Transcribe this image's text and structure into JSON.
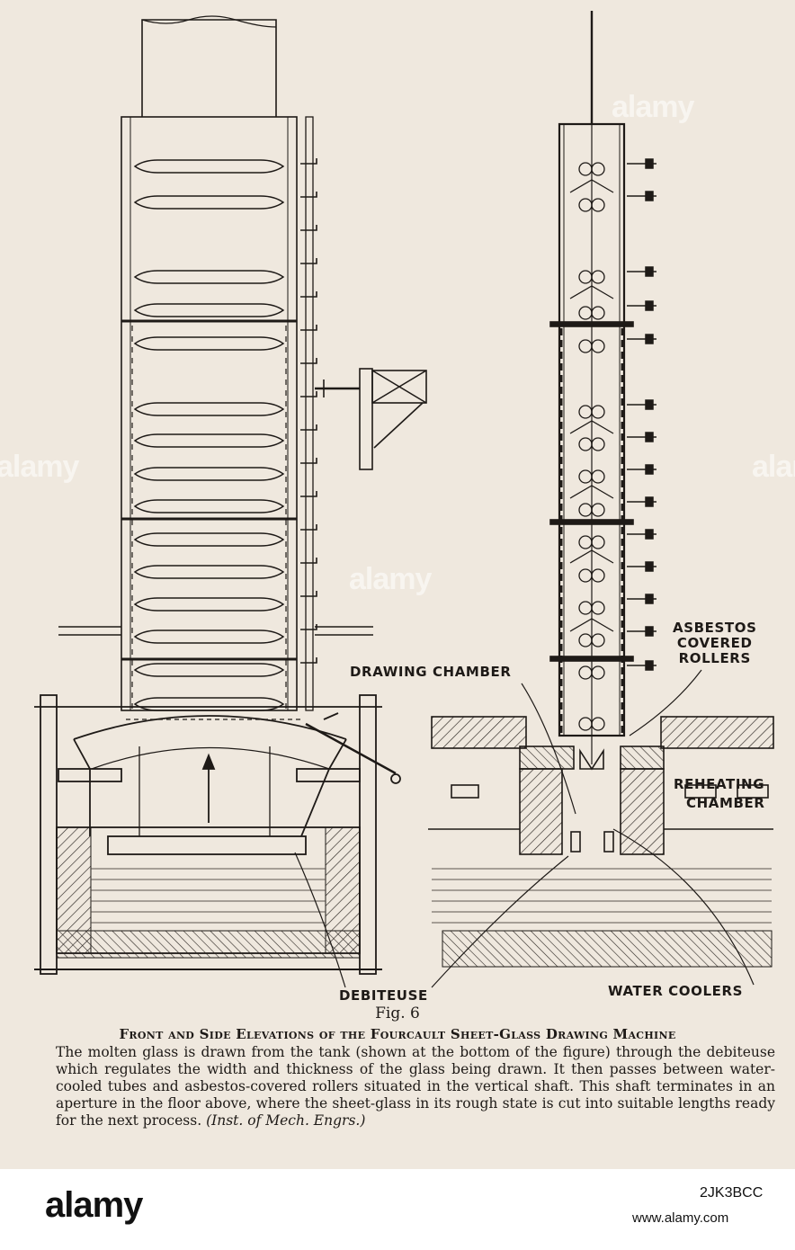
{
  "figure": {
    "labels": {
      "asbestos": [
        "ASBESTOS",
        "COVERED",
        "ROLLERS"
      ],
      "drawing_chamber": "DRAWING CHAMBER",
      "reheating": [
        "REHEATING",
        "CHAMBER"
      ],
      "debiteuse": "DEBITEUSE",
      "water_coolers": "WATER COOLERS"
    },
    "fig_number": "Fig. 6",
    "fig_title": "Front and Side Elevations of the Fourcault Sheet-Glass Drawing Machine"
  },
  "caption": {
    "text": "The molten glass is drawn from the tank (shown at the bottom of the figure) through the debiteuse which regulates the width and thickness of the glass being drawn. It then passes between water-cooled tubes and asbestos-covered rollers situated in the vertical shaft. This shaft terminates in an aperture in the floor above, where the sheet-glass in its rough state is cut into suitable lengths ready for the next process.",
    "source": "(Inst. of Mech. Engrs.)"
  },
  "watermark": {
    "text": "alamy",
    "strip_text": "alamy",
    "image_id": "2JK3BCC",
    "url": "www.alamy.com"
  }
}
